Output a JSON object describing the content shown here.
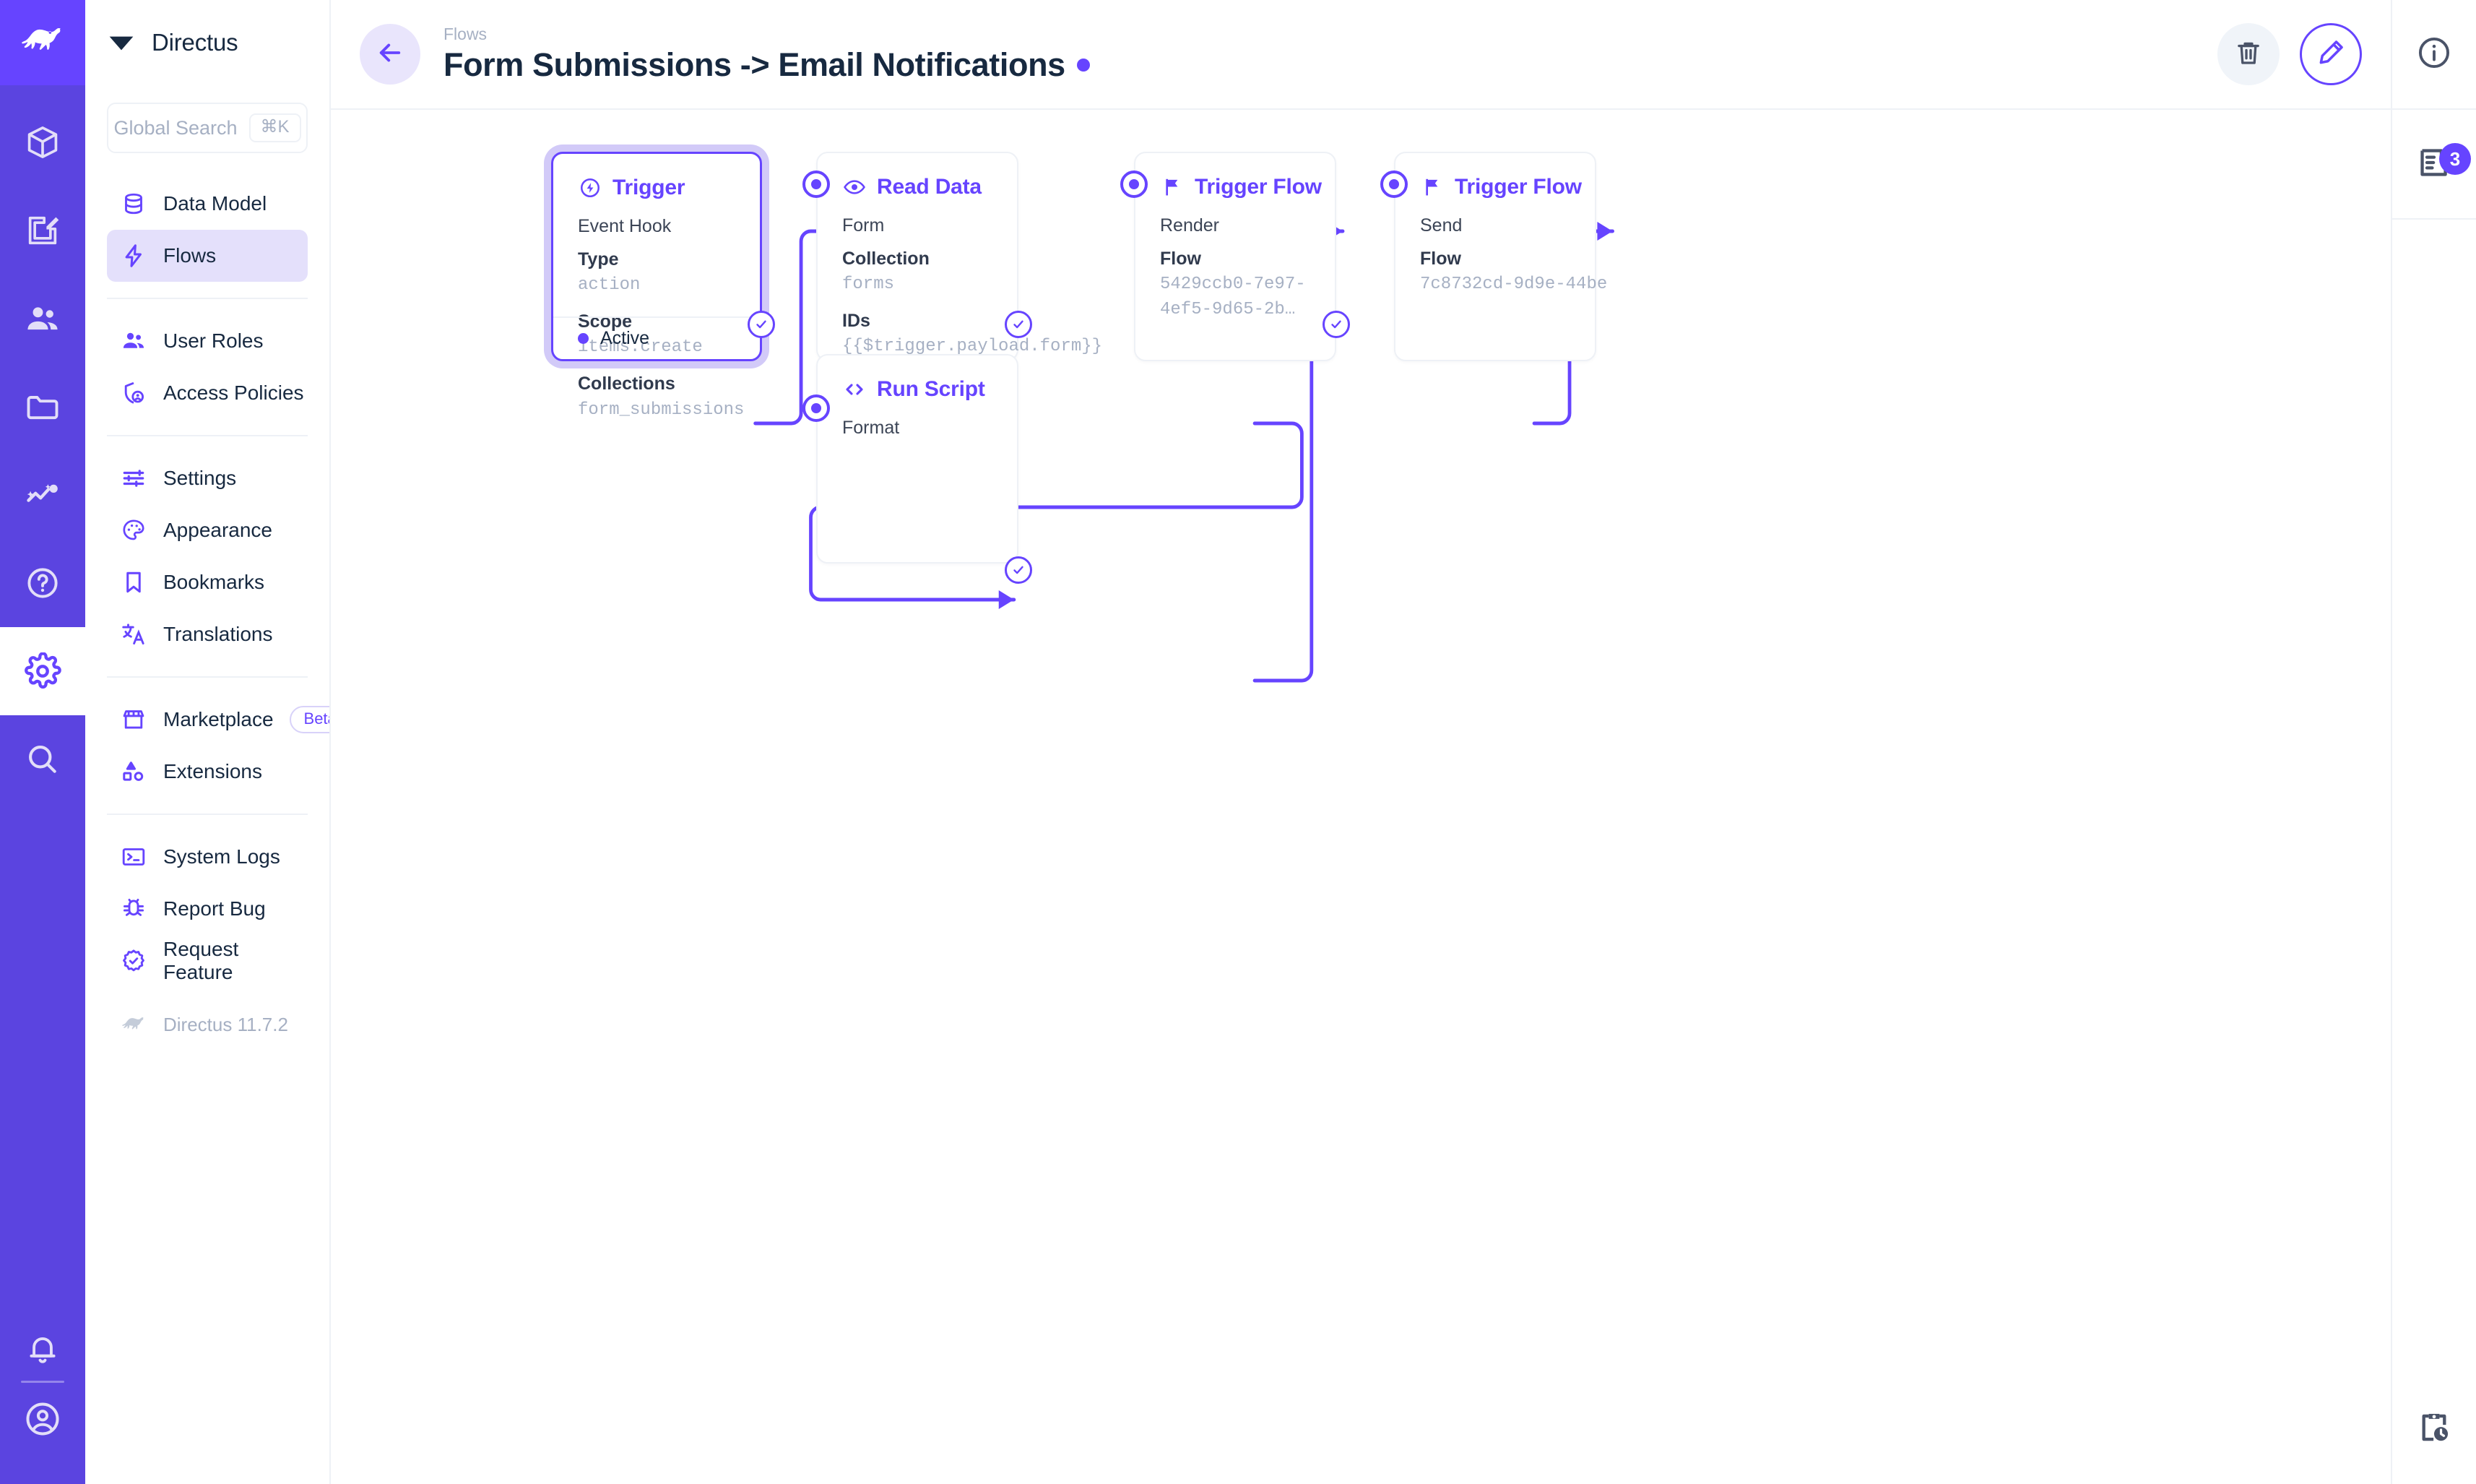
{
  "rail": {
    "logo_icon": "directus-rabbit-logo",
    "items": [
      {
        "icon": "cube-icon",
        "name": "content-module",
        "active": false
      },
      {
        "icon": "edit-square-icon",
        "name": "editor-module",
        "active": false
      },
      {
        "icon": "users-icon",
        "name": "users-module",
        "active": false
      },
      {
        "icon": "folder-icon",
        "name": "files-module",
        "active": false
      },
      {
        "icon": "insights-icon",
        "name": "insights-module",
        "active": false
      },
      {
        "icon": "help-circle-icon",
        "name": "help-module",
        "active": false
      },
      {
        "icon": "gear-icon",
        "name": "settings-module",
        "active": true
      },
      {
        "icon": "search-icon",
        "name": "search-module",
        "active": false
      }
    ],
    "bottom": [
      {
        "icon": "bell-icon",
        "name": "notifications-button"
      },
      {
        "icon": "user-circle-icon",
        "name": "account-button"
      }
    ]
  },
  "sidebar": {
    "brand": {
      "logo_icon": "directus-mark",
      "name": "Directus"
    },
    "search": {
      "placeholder": "Global Search",
      "shortcut": "⌘K"
    },
    "groups": [
      {
        "items": [
          {
            "label": "Data Model",
            "icon": "database-icon",
            "active": false
          },
          {
            "label": "Flows",
            "icon": "bolt-icon",
            "active": true
          }
        ]
      },
      {
        "items": [
          {
            "label": "User Roles",
            "icon": "people-icon",
            "active": false
          },
          {
            "label": "Access Policies",
            "icon": "shield-user-icon",
            "active": false
          }
        ]
      },
      {
        "items": [
          {
            "label": "Settings",
            "icon": "sliders-icon",
            "active": false
          },
          {
            "label": "Appearance",
            "icon": "palette-icon",
            "active": false
          },
          {
            "label": "Bookmarks",
            "icon": "bookmark-icon",
            "active": false
          },
          {
            "label": "Translations",
            "icon": "translate-icon",
            "active": false
          }
        ]
      },
      {
        "items": [
          {
            "label": "Marketplace",
            "icon": "storefront-icon",
            "badge": "Beta",
            "active": false
          },
          {
            "label": "Extensions",
            "icon": "shapes-icon",
            "active": false
          }
        ]
      },
      {
        "items": [
          {
            "label": "System Logs",
            "icon": "terminal-icon",
            "active": false
          },
          {
            "label": "Report Bug",
            "icon": "bug-icon",
            "active": false
          },
          {
            "label": "Request Feature",
            "icon": "badge-check-icon",
            "active": false
          }
        ]
      }
    ],
    "version": {
      "label": "Directus 11.7.2",
      "icon": "rabbit-icon"
    }
  },
  "header": {
    "back_icon": "arrow-left-icon",
    "breadcrumb": "Flows",
    "title": "Form Submissions -> Email Notifications",
    "status_dot_color": "#6644ff",
    "actions": [
      {
        "name": "delete-flow-button",
        "icon": "trash-icon"
      },
      {
        "name": "edit-flow-button",
        "icon": "pencil-icon"
      }
    ]
  },
  "canvas": {
    "nodes": [
      {
        "id": "trigger",
        "type": "Trigger",
        "icon": "bolt-circle-icon",
        "selected": true,
        "subtitle": "Event Hook",
        "fields": [
          {
            "key": "Type",
            "value": "action"
          },
          {
            "key": "Scope",
            "value": "items.create"
          },
          {
            "key": "Collections",
            "value": "form_submissions"
          }
        ],
        "footer": {
          "status": "Active",
          "color": "#6644ff"
        }
      },
      {
        "id": "read-data",
        "type": "Read Data",
        "icon": "eye-icon",
        "selected": false,
        "subtitle": "Form",
        "fields": [
          {
            "key": "Collection",
            "value": "forms"
          },
          {
            "key": "IDs",
            "value": "{{$trigger.payload.form}}"
          }
        ]
      },
      {
        "id": "run-script",
        "type": "Run Script",
        "icon": "code-brackets-icon",
        "selected": false,
        "subtitle": "Format",
        "fields": []
      },
      {
        "id": "trigger-flow-render",
        "type": "Trigger Flow",
        "icon": "flag-icon",
        "selected": false,
        "subtitle": "Render",
        "fields": [
          {
            "key": "Flow",
            "value": "5429ccb0-7e97-4ef5-9d65-2b…"
          }
        ]
      },
      {
        "id": "trigger-flow-send",
        "type": "Trigger Flow",
        "icon": "flag-icon",
        "selected": false,
        "subtitle": "Send",
        "fields": [
          {
            "key": "Flow",
            "value": "7c8732cd-9d9e-44be"
          }
        ]
      }
    ],
    "edge_color": "#6644ff"
  },
  "rightbar": {
    "items": [
      {
        "name": "info-panel-button",
        "icon": "info-circle-icon",
        "badge": null
      },
      {
        "name": "activity-log-button",
        "icon": "revisions-icon",
        "badge": "3"
      }
    ],
    "bottom": {
      "name": "flow-logs-button",
      "icon": "clipboard-clock-icon"
    }
  }
}
